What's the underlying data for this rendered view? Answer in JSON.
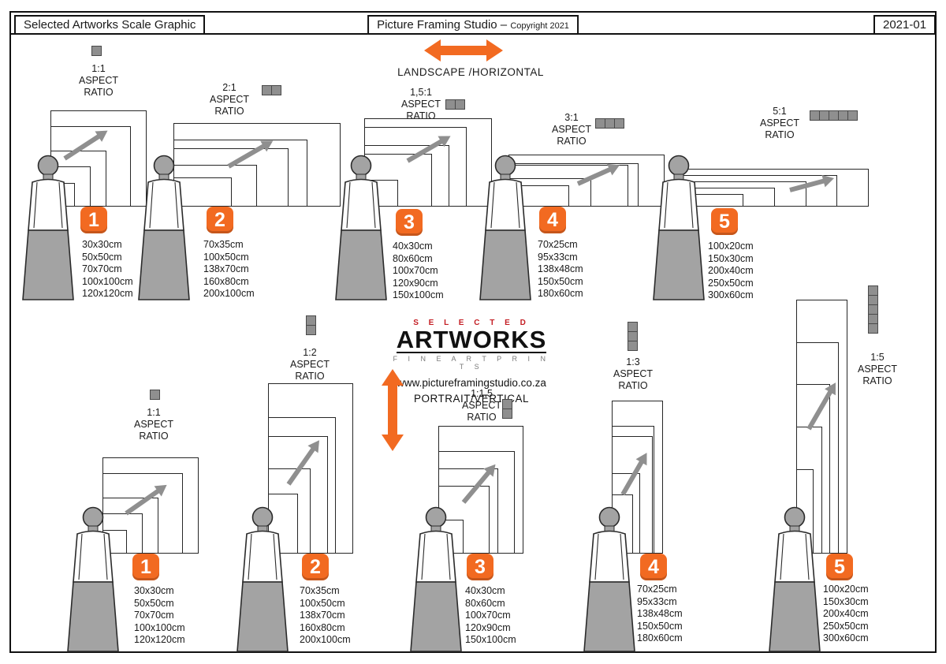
{
  "header": {
    "title": "Selected Artworks Scale Graphic",
    "studio_name": "Picture Framing Studio –",
    "copyright": "Copyright 2021",
    "doc_ref": "2021-01"
  },
  "labels": {
    "aspect": "ASPECT",
    "ratio": "RATIO"
  },
  "landscape_section": {
    "orientation_label": "LANDSCAPE /HORIZONTAL",
    "groups": [
      {
        "number": "1",
        "ratio": "1:1",
        "squares": 1,
        "sizes": [
          "30x30cm",
          "50x50cm",
          "70x70cm",
          "100x100cm",
          "120x120cm"
        ]
      },
      {
        "number": "2",
        "ratio": "2:1",
        "squares": 2,
        "sizes": [
          "70x35cm",
          "100x50cm",
          "138x70cm",
          "160x80cm",
          "200x100cm"
        ]
      },
      {
        "number": "3",
        "ratio": "1,5:1",
        "squares": 2,
        "sizes": [
          "40x30cm",
          "80x60cm",
          "100x70cm",
          "120x90cm",
          "150x100cm"
        ]
      },
      {
        "number": "4",
        "ratio": "3:1",
        "squares": 3,
        "sizes": [
          "70x25cm",
          "95x33cm",
          "138x48cm",
          "150x50cm",
          "180x60cm"
        ]
      },
      {
        "number": "5",
        "ratio": "5:1",
        "squares": 5,
        "sizes": [
          "100x20cm",
          "150x30cm",
          "200x40cm",
          "250x50cm",
          "300x60cm"
        ]
      }
    ]
  },
  "portrait_section": {
    "orientation_label": "PORTRAIT/VERTICAL",
    "groups": [
      {
        "number": "1",
        "ratio": "1:1",
        "squares": 1,
        "sizes": [
          "30x30cm",
          "50x50cm",
          "70x70cm",
          "100x100cm",
          "120x120cm"
        ]
      },
      {
        "number": "2",
        "ratio": "1:2",
        "squares": 2,
        "sizes": [
          "70x35cm",
          "100x50cm",
          "138x70cm",
          "160x80cm",
          "200x100cm"
        ]
      },
      {
        "number": "3",
        "ratio": "1:1,5",
        "squares": 2,
        "sizes": [
          "40x30cm",
          "80x60cm",
          "100x70cm",
          "120x90cm",
          "150x100cm"
        ]
      },
      {
        "number": "4",
        "ratio": "1:3",
        "squares": 3,
        "sizes": [
          "70x25cm",
          "95x33cm",
          "138x48cm",
          "150x50cm",
          "180x60cm"
        ]
      },
      {
        "number": "5",
        "ratio": "1:5",
        "squares": 5,
        "sizes": [
          "100x20cm",
          "150x30cm",
          "200x40cm",
          "250x50cm",
          "300x60cm"
        ]
      }
    ]
  },
  "logo": {
    "selected": "S E L E C T E D",
    "artworks": "ARTWORKS",
    "subtitle": "F I N E   A R T   P R I N T S",
    "website": "www.pictureframingstudio.co.za"
  },
  "colors": {
    "accent_orange": "#F26A21",
    "logo_red": "#C41E24",
    "figure_gray": "#A3A3A3",
    "square_gray": "#8F8F8F"
  }
}
